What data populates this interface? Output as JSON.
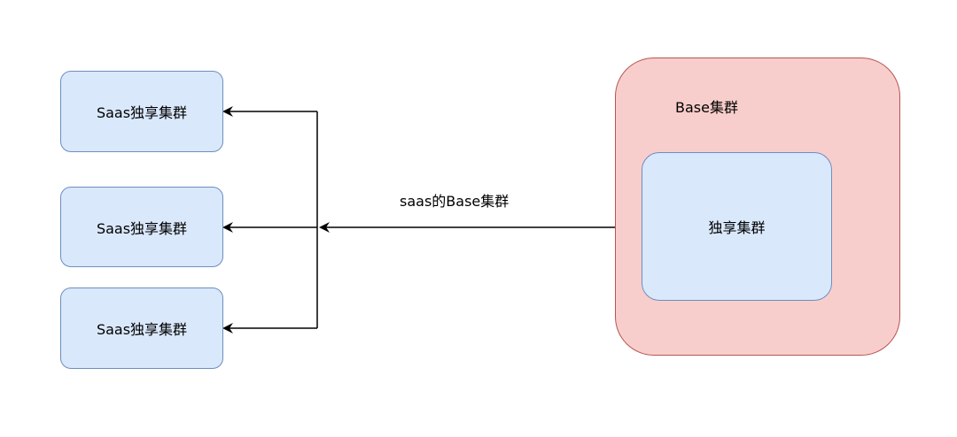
{
  "diagram": {
    "saas_clusters": [
      {
        "label": "Saas独享集群"
      },
      {
        "label": "Saas独享集群"
      },
      {
        "label": "Saas独享集群"
      }
    ],
    "base_cluster": {
      "label": "Base集群",
      "inner_label": "独享集群"
    },
    "edge_label": "saas的Base集群",
    "colors": {
      "blue_fill": "#dae8fc",
      "blue_stroke": "#6c8ebf",
      "red_fill": "#f8cecc",
      "red_stroke": "#b85450",
      "line": "#000000"
    }
  }
}
